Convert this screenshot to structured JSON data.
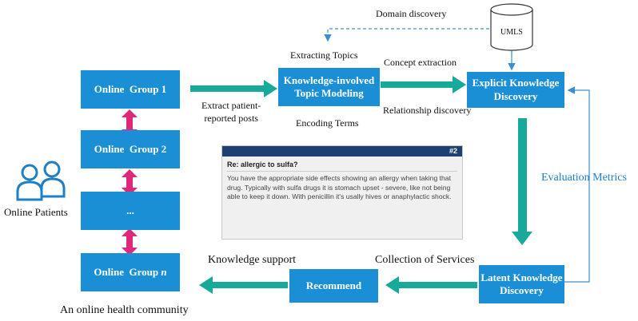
{
  "community": {
    "groups": [
      "Online  Group 1",
      "Online  Group 2",
      "...",
      "Online  Group "
    ],
    "group_n_suffix": "n",
    "caption": "An online health community"
  },
  "patients_label": "Online Patients",
  "process": {
    "topic_modeling": "Knowledge-involved Topic Modeling",
    "explicit": "Explicit Knowledge Discovery",
    "latent": "Latent Knowledge Discovery",
    "recommend": "Recommend"
  },
  "database": "UMLS",
  "labels": {
    "domain_discovery": "Domain discovery",
    "extracting_topics": "Extracting Topics",
    "concept_extraction": "Concept extraction",
    "extract_posts": "Extract patient-\nreported posts",
    "encoding_terms": "Encoding Terms",
    "relationship_discovery": "Relationship discovery",
    "evaluation_metrics": "Evaluation Metrics",
    "knowledge_support": "Knowledge support",
    "collection_services": "Collection of Services"
  },
  "post": {
    "number": "#2",
    "title": "Re: allergic to sulfa?",
    "body": "You have the appropriate side effects showing an allergy when taking that drug. Typically with sulfa drugs it is stomach upset - severe, like not being able to keep it down. With penicillin it's usally hives or anaphylactic shock."
  },
  "colors": {
    "box": "#1a8fd6",
    "teal_arrow": "#17a99a",
    "pink_arrow": "#e0287a",
    "dashed": "#3a8fd1",
    "evaluation_text": "#1a7fc8",
    "person_icon": "#1f7fc4"
  }
}
